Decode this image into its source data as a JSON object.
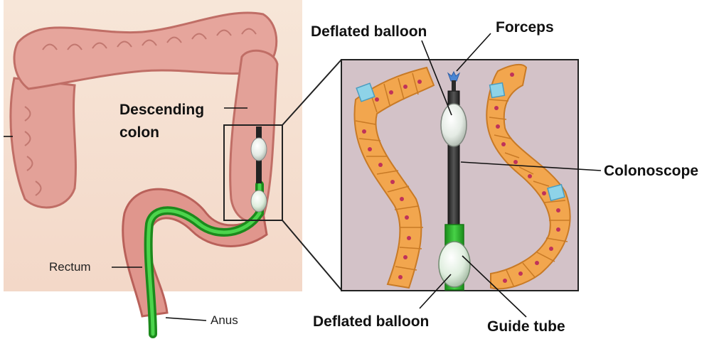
{
  "labels": {
    "deflated_balloon_top": "Deflated balloon",
    "forceps": "Forceps",
    "descending_colon_line1": "Descending",
    "descending_colon_line2": "colon",
    "colonoscope": "Colonoscope",
    "rectum": "Rectum",
    "anus": "Anus",
    "deflated_balloon_bottom": "Deflated balloon",
    "guide_tube": "Guide tube"
  },
  "colors": {
    "colon_tissue": "#e4a49a",
    "colon_dark": "#c46f68",
    "guide_tube_green": "#2fb52f",
    "lumen_background": "#d3c2c8",
    "epithelial_cells": "#f2a64e",
    "highlight_cells": "#8ed3e8",
    "scope_body": "#3a3a3a",
    "forceps_tip": "#4a86d4",
    "balloon": "#e6eee6"
  }
}
